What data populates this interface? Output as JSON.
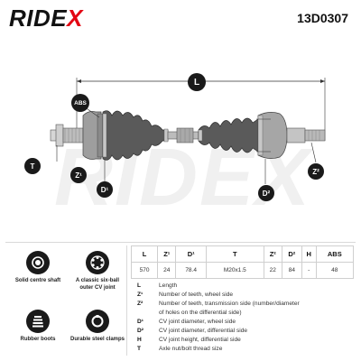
{
  "header": {
    "brand_main": "RIDE",
    "brand_x": "X",
    "part_number": "13D0307"
  },
  "drawing": {
    "watermark": "RIDEX",
    "callouts": {
      "L": "L",
      "ABS": "ABS",
      "T": "T",
      "Z1": "Z¹",
      "D1": "D¹",
      "Z2": "Z²",
      "D2": "D²"
    }
  },
  "features": [
    {
      "label": "Solid centre shaft",
      "icon": "solid-shaft-icon"
    },
    {
      "label": "A classic six-ball outer CV joint",
      "icon": "cv-joint-icon"
    },
    {
      "label": "Rubber boots",
      "icon": "boot-icon"
    },
    {
      "label": "Durable steel clamps",
      "icon": "clamp-icon"
    }
  ],
  "spec_table": {
    "headers": [
      "L",
      "Z¹",
      "D¹",
      "T",
      "Z²",
      "D²",
      "H",
      "ABS"
    ],
    "values": [
      "570",
      "24",
      "78.4",
      "M20x1.5",
      "22",
      "84",
      "-",
      "48"
    ]
  },
  "legend": [
    {
      "key": "L",
      "text": "Length"
    },
    {
      "key": "Z¹",
      "text": "Number of teeth, wheel side"
    },
    {
      "key": "Z²",
      "text": "Number of teeth, transmission side (number/diameter"
    },
    {
      "key": "",
      "text": "of holes on the differential side)"
    },
    {
      "key": "D¹",
      "text": "CV joint diameter, wheel side"
    },
    {
      "key": "D²",
      "text": "CV joint diameter, differential side"
    },
    {
      "key": "H",
      "text": "CV joint height, differential side"
    },
    {
      "key": "T",
      "text": "Axle nut/bolt thread size"
    }
  ],
  "colors": {
    "brand_accent": "#e30613",
    "dark": "#1a1a1a",
    "line": "#cfcfcf"
  }
}
